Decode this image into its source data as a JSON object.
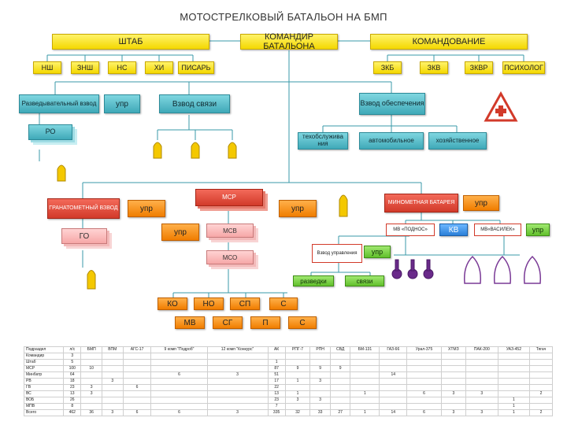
{
  "title": "МОТОСТРЕЛКОВЫЙ БАТАЛЬОН НА БМП",
  "top": {
    "shtab": "ШТАБ",
    "komandir": "КОМАНДИР БАТАЛЬОНА",
    "komandovanie": "КОМАНДОВАНИЕ"
  },
  "staff": [
    "НШ",
    "ЗНШ",
    "НС",
    "ХИ",
    "ПИСАРЬ",
    "ЗКБ",
    "ЗКВ",
    "ЗКВР",
    "ПСИХОЛОГ"
  ],
  "units": {
    "recon_platoon": "Разведывательный взвод",
    "upr": "упр",
    "signal_platoon": "Взвод связи",
    "support_platoon": "Взвод обеспечения",
    "ro": "РО",
    "maintenance": "техобслужива ния",
    "automobile": "автомобильное",
    "household": "хозяйственное",
    "grenade_platoon": "ГРАНАТОМЕТНЫЙ ВЗВОД",
    "go": "ГО",
    "msr": "МСР",
    "msv": "МСВ",
    "mso": "МСО",
    "mortar_battery": "МИНОМЕТНАЯ БАТАРЕЯ",
    "mv_podnos": "МВ «ПОДНОС»",
    "kv": "КВ",
    "mv_vasilek": "МВ«ВАСИЛЕК»",
    "control_platoon": "Взвод управления",
    "recon": "разведки",
    "signals": "связи",
    "bottom_row1": [
      "КО",
      "НО",
      "СП",
      "С"
    ],
    "bottom_row2": [
      "МВ",
      "СГ",
      "П",
      "С"
    ]
  },
  "table": {
    "headers": [
      "Подраздел",
      "л/с",
      "БМП",
      "ВПМ",
      "АГС-17",
      "9 комп \"Подроб\"",
      "12 комп \"Конкурс\"",
      "АК",
      "РПГ-7",
      "РПН",
      "СВД",
      "БМ-131",
      "ГАЗ-66",
      "Урал-375",
      "ХТМЗ",
      "ПАК-200",
      "УАЗ-452",
      "Тягач"
    ],
    "rows": [
      [
        "Командир",
        "3",
        "",
        "",
        "",
        "",
        "",
        "",
        "",
        "",
        "",
        "",
        "",
        "",
        "",
        "",
        "",
        ""
      ],
      [
        "Штаб",
        "5",
        "",
        "",
        "",
        "",
        "",
        "1",
        "",
        "",
        "",
        "",
        "",
        "",
        "",
        "",
        "",
        ""
      ],
      [
        "МСР",
        "100",
        "10",
        "",
        "",
        "",
        "",
        "87",
        "9",
        "9",
        "9",
        "",
        "",
        "",
        "",
        "",
        "",
        ""
      ],
      [
        "Минбатр",
        "64",
        "",
        "",
        "",
        "6",
        "3",
        "51",
        "",
        "",
        "",
        "",
        "14",
        "",
        "",
        "",
        "",
        ""
      ],
      [
        "РВ",
        "18",
        "",
        "3",
        "",
        "",
        "",
        "17",
        "1",
        "3",
        "",
        "",
        "",
        "",
        "",
        "",
        "",
        ""
      ],
      [
        "ГВ",
        "23",
        "3",
        "",
        "6",
        "",
        "",
        "22",
        "",
        "",
        "",
        "",
        "",
        "",
        "",
        "",
        "",
        ""
      ],
      [
        "ВС",
        "13",
        "3",
        "",
        "",
        "",
        "",
        "13",
        "1",
        "",
        "",
        "1",
        "",
        "6",
        "3",
        "3",
        "",
        "2"
      ],
      [
        "ВОБ",
        "26",
        "",
        "",
        "",
        "",
        "",
        "23",
        "3",
        "3",
        "",
        "",
        "",
        "",
        "",
        "",
        "1",
        ""
      ],
      [
        "МПВ",
        "8",
        "",
        "",
        "",
        "",
        "",
        "7",
        "",
        "",
        "",
        "",
        "",
        "",
        "",
        "",
        "1",
        ""
      ],
      [
        "Всего",
        "462",
        "36",
        "3",
        "6",
        "6",
        "3",
        "335",
        "32",
        "33",
        "27",
        "1",
        "14",
        "6",
        "3",
        "3",
        "1",
        "2"
      ]
    ]
  },
  "colors": {
    "yellow": "#f4d800",
    "teal": "#3fa9b8",
    "orange": "#f07d00",
    "red": "#d23a2a",
    "pink": "#f6a7a7",
    "green": "#62c02c",
    "blue": "#2b7fd8",
    "purple": "#6a2a8a",
    "line": "#2c8a98"
  }
}
